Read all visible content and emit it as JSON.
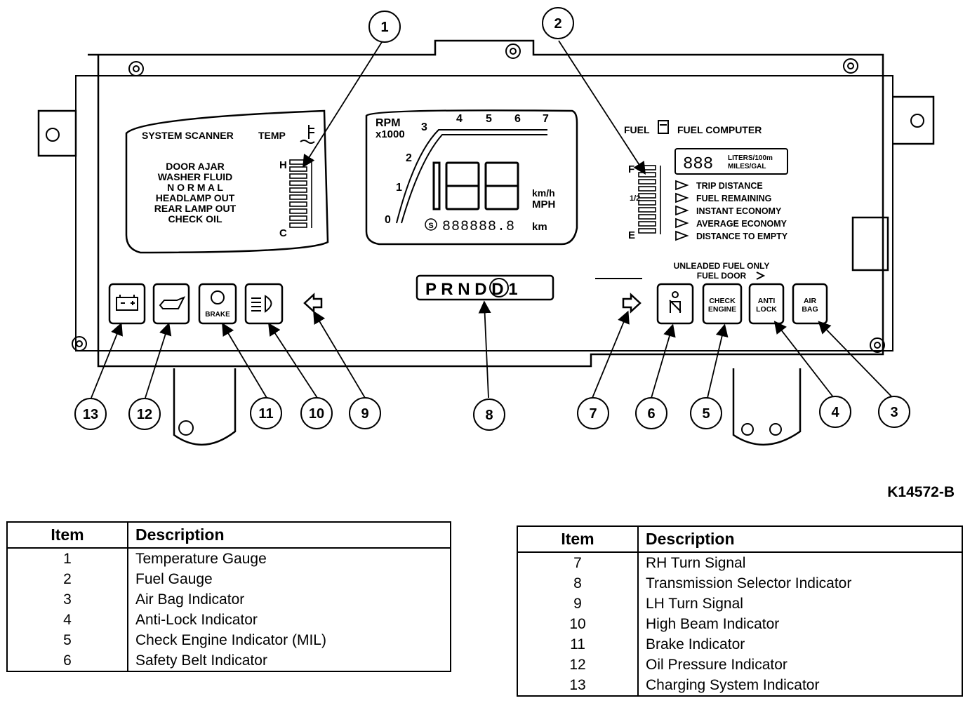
{
  "figure_id": "K14572-B",
  "callouts": [
    "1",
    "2",
    "3",
    "4",
    "5",
    "6",
    "7",
    "8",
    "9",
    "10",
    "11",
    "12",
    "13"
  ],
  "scanner": {
    "title": "SYSTEM SCANNER",
    "temp_label": "TEMP",
    "h": "H",
    "c": "C",
    "messages": [
      "DOOR AJAR",
      "WASHER FLUID",
      "N O R M A L",
      "HEADLAMP OUT",
      "REAR LAMP OUT",
      "CHECK OIL"
    ]
  },
  "speedo": {
    "rpm": "RPM",
    "x1000": "x1000",
    "ticks": [
      "0",
      "1",
      "2",
      "3",
      "4",
      "5",
      "6",
      "7"
    ],
    "digits": "188",
    "kmh": "km/h",
    "mph": "MPH",
    "odometer": "888888.8",
    "km": "km",
    "s": "S"
  },
  "fuel": {
    "fuel_label": "FUEL",
    "computer_label": "FUEL COMPUTER",
    "f": "F",
    "e": "E",
    "half": "1/2",
    "display_digits": "888",
    "units_line1": "LITERS/100m",
    "units_line2": "MILES/GAL",
    "modes": [
      "TRIP DISTANCE",
      "FUEL REMAINING",
      "INSTANT ECONOMY",
      "AVERAGE ECONOMY",
      "DISTANCE TO EMPTY"
    ]
  },
  "unleaded_line1": "UNLEADED FUEL ONLY",
  "unleaded_line2": "FUEL DOOR",
  "prnd": "P R N D D 1",
  "indicators": {
    "brake": "BRAKE",
    "check_engine_1": "CHECK",
    "check_engine_2": "ENGINE",
    "anti_lock_1": "ANTI",
    "anti_lock_2": "LOCK",
    "air_bag_1": "AIR",
    "air_bag_2": "BAG"
  },
  "legend_header": {
    "item": "Item",
    "description": "Description"
  },
  "legend_left": [
    {
      "item": "1",
      "description": "Temperature Gauge"
    },
    {
      "item": "2",
      "description": "Fuel Gauge"
    },
    {
      "item": "3",
      "description": "Air Bag Indicator"
    },
    {
      "item": "4",
      "description": "Anti-Lock Indicator"
    },
    {
      "item": "5",
      "description": "Check Engine Indicator (MIL)"
    },
    {
      "item": "6",
      "description": "Safety Belt Indicator"
    }
  ],
  "legend_right": [
    {
      "item": "7",
      "description": "RH Turn Signal"
    },
    {
      "item": "8",
      "description": "Transmission Selector Indicator"
    },
    {
      "item": "9",
      "description": "LH Turn Signal"
    },
    {
      "item": "10",
      "description": "High Beam Indicator"
    },
    {
      "item": "11",
      "description": "Brake Indicator"
    },
    {
      "item": "12",
      "description": "Oil Pressure Indicator"
    },
    {
      "item": "13",
      "description": "Charging System Indicator"
    }
  ]
}
